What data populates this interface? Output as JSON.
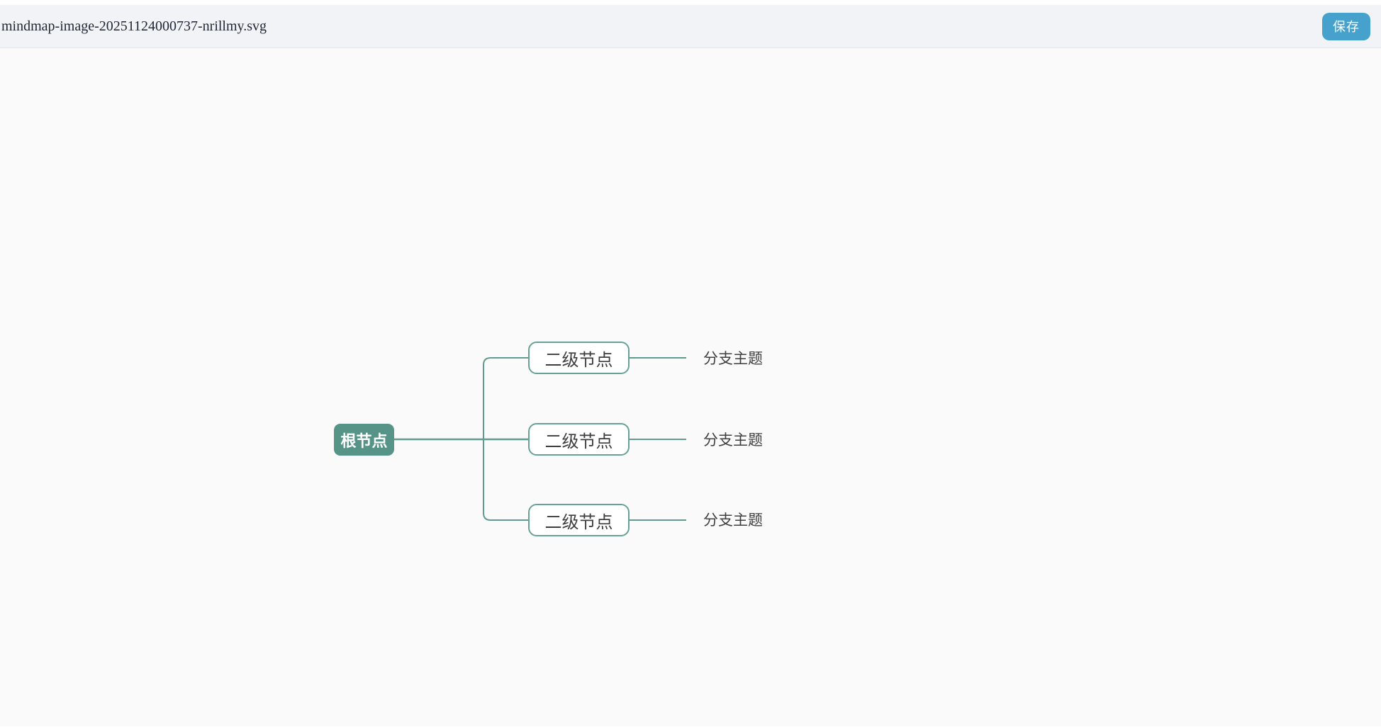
{
  "header": {
    "filename": "mindmap-image-20251124000737-nrillmy.svg",
    "save_label": "保存"
  },
  "mindmap": {
    "root": {
      "label": "根节点"
    },
    "children": [
      {
        "label": "二级节点",
        "branch": "分支主题"
      },
      {
        "label": "二级节点",
        "branch": "分支主题"
      },
      {
        "label": "二级节点",
        "branch": "分支主题"
      }
    ]
  },
  "colors": {
    "header_bg": "#f2f3f6",
    "header_border": "#e3e4e7",
    "canvas_bg": "#fafafa",
    "save_button_bg": "#46a2cd",
    "filename_color": "#1f2532",
    "root_fill": "#569488",
    "line": "#5f9c8d",
    "child_border": "#68a294",
    "root_text": "#ffffff",
    "child_text": "#3d3d3d",
    "branch_text": "#3f3f3f"
  }
}
